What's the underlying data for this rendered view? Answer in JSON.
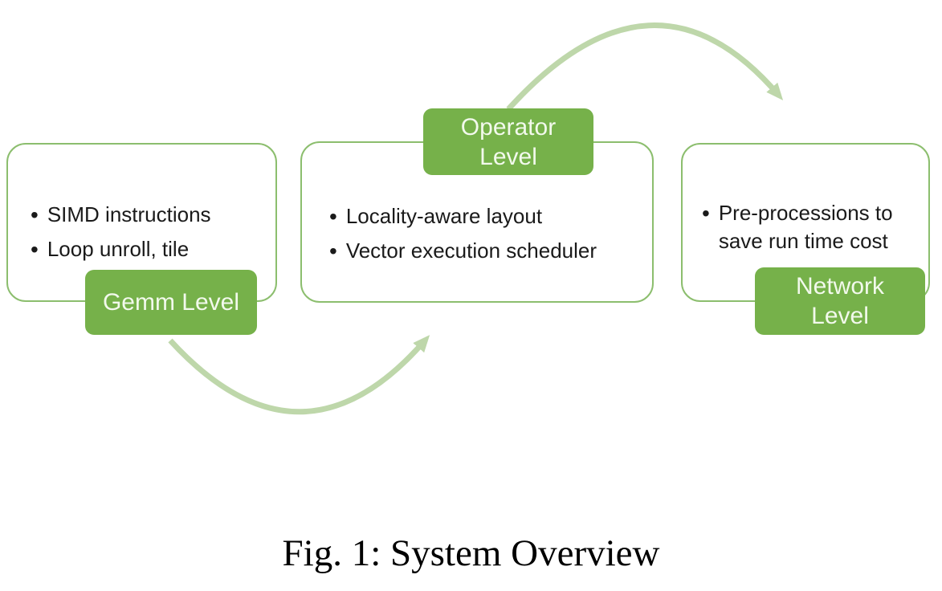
{
  "figure": {
    "caption": "Fig. 1: System Overview"
  },
  "colors": {
    "badge_green": "#76B14A",
    "box_border_green": "#8CBE6E",
    "arrow_green": "#BED7AA",
    "badge_text": "#F2F9EC",
    "body_text": "#1A1A1A",
    "background": "#FFFFFF"
  },
  "diagram": {
    "nodes": [
      {
        "id": "gemm",
        "label": "Gemm Level",
        "label_lines": [
          "Gemm Level"
        ],
        "badge_position": "bottom",
        "bullets": [
          "SIMD instructions",
          "Loop unroll, tile"
        ]
      },
      {
        "id": "operator",
        "label": "Operator Level",
        "label_lines": [
          "Operator",
          "Level"
        ],
        "badge_position": "top",
        "bullets": [
          "Locality-aware layout",
          "Vector execution scheduler"
        ]
      },
      {
        "id": "network",
        "label": "Network Level",
        "label_lines": [
          "Network",
          "Level"
        ],
        "badge_position": "bottom",
        "bullets": [
          "Pre-processions to save run time cost"
        ]
      }
    ],
    "connections": [
      {
        "from": "Gemm Level",
        "to": "Operator Level",
        "style": "curved-arrow"
      },
      {
        "from": "Operator Level",
        "to": "Network Level",
        "style": "curved-arrow"
      }
    ]
  }
}
